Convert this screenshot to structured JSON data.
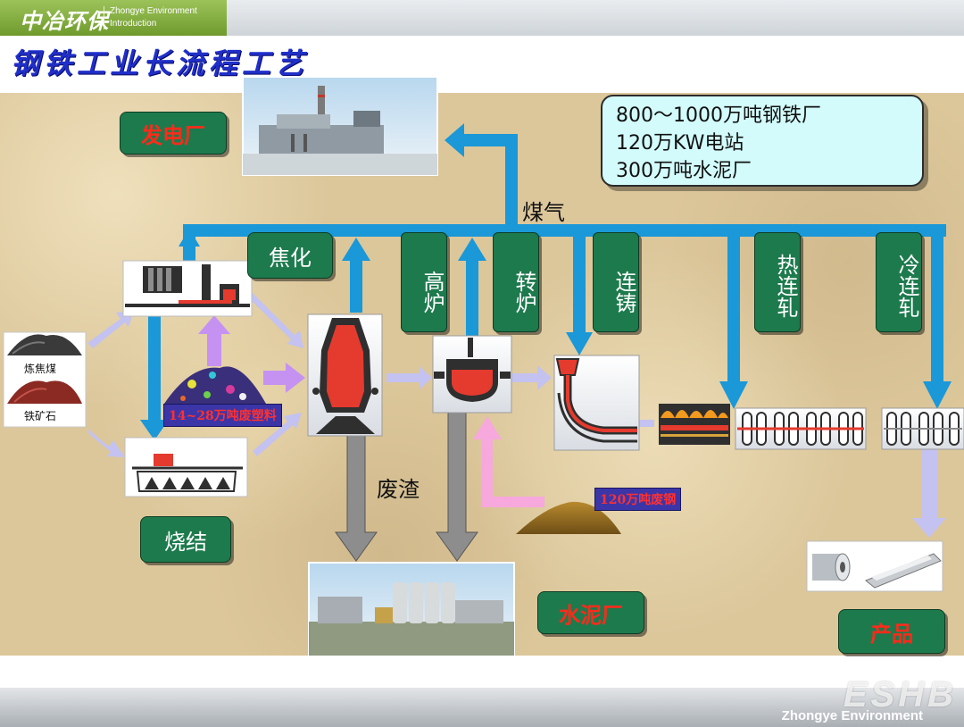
{
  "header": {
    "logo_cn": "中冶环保",
    "logo_en_line1": "Zhongye Environment",
    "logo_en_line2": "Introduction",
    "title": "钢铁工业长流程工艺"
  },
  "info_box": {
    "lines": [
      "800～1000万吨钢铁厂",
      "120万KW电站",
      "300万吨水泥厂"
    ]
  },
  "boxes": {
    "power_plant": "发电厂",
    "coking": "焦化",
    "blast_furnace": "高炉",
    "converter": "转炉",
    "continuous_casting": "连铸",
    "hot_rolling": "热连轧",
    "cold_rolling": "冷连轧",
    "sintering": "烧结",
    "cement_plant": "水泥厂",
    "products": "产品"
  },
  "labels": {
    "gas": "煤气",
    "slag": "废渣",
    "coking_coal": "炼焦煤",
    "iron_ore": "铁矿石",
    "waste_plastic": "14~28万吨废塑料",
    "scrap_steel": "120万吨废钢"
  },
  "footer": {
    "company": "Zhongye Environment",
    "watermark": "ESHB"
  },
  "colors": {
    "title_blue": "#1f2fc8",
    "box_green": "#1d7a4d",
    "gas_pipe_blue": "#1a98d8",
    "flow_lavender": "#c3c2f0",
    "slag_gray": "#8d8d8d",
    "scrap_pink": "#f7a8dc",
    "plastic_violet": "#c592f2",
    "info_cyan": "#d3fbfb"
  }
}
